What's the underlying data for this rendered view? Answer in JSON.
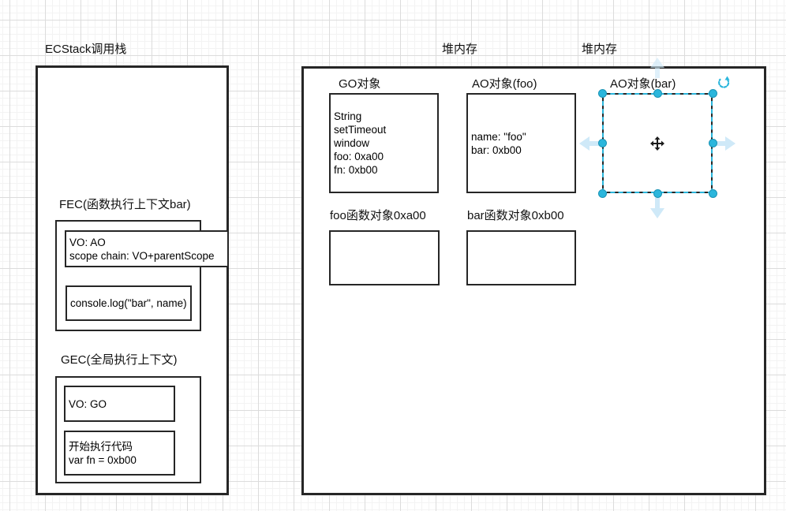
{
  "stack": {
    "title": "ECStack调用栈",
    "fec": {
      "label": "FEC(函数执行上下文bar)",
      "vo_line1": "VO: AO",
      "vo_line2": "scope chain: VO+parentScope",
      "code": "console.log(\"bar\", name)"
    },
    "gec": {
      "label": "GEC(全局执行上下文)",
      "vo": "VO: GO",
      "code_line1": "开始执行代码",
      "code_line2": "var fn = 0xb00"
    }
  },
  "heap": {
    "label_left": "堆内存",
    "label_right": "堆内存",
    "go_object": {
      "title": "GO对象",
      "lines": [
        "String",
        "setTimeout",
        "window",
        "foo: 0xa00",
        "fn: 0xb00"
      ]
    },
    "ao_foo": {
      "title": "AO对象(foo)",
      "line1": "name: \"foo\"",
      "line2": "bar: 0xb00"
    },
    "ao_bar": {
      "title": "AO对象(bar)"
    },
    "foo_fn": {
      "title": "foo函数对象0xa00"
    },
    "bar_fn": {
      "title": "bar函数对象0xb00"
    }
  },
  "selection": {
    "handle_color": "#2bb6dc",
    "arrow_color": "#cfe9f8",
    "border_color": "#262626"
  }
}
